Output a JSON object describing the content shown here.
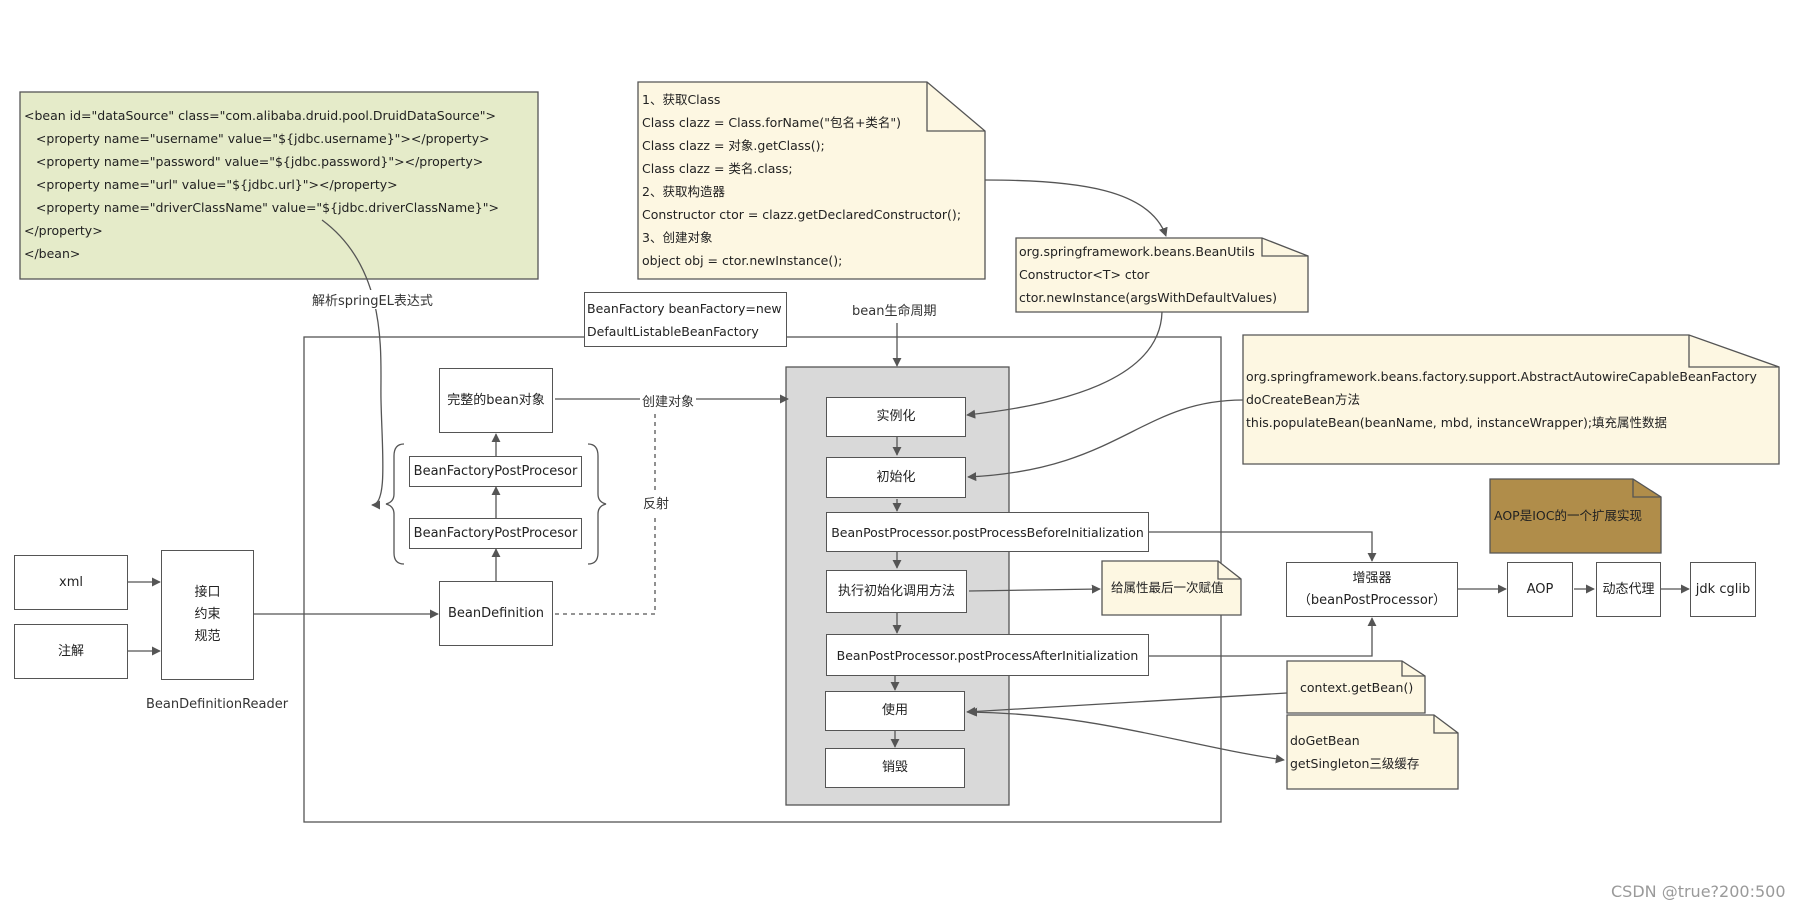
{
  "xml_note": {
    "lines": [
      "<bean id=\"dataSource\" class=\"com.alibaba.druid.pool.DruidDataSource\">",
      "   <property name=\"username\" value=\"${jdbc.username}\"></property>",
      "   <property name=\"password\" value=\"${jdbc.password}\"></property>",
      "   <property name=\"url\" value=\"${jdbc.url}\"></property>",
      "   <property name=\"driverClassName\" value=\"${jdbc.driverClassName}\">",
      "</property>",
      "</bean>"
    ]
  },
  "labels": {
    "parse_el": "解析springEL表达式",
    "lifecycle": "bean生命周期",
    "create_object": "创建对象",
    "reflection": "反射",
    "reader": "BeanDefinitionReader"
  },
  "reflect_note": {
    "lines": [
      "1、获取Class",
      "Class clazz = Class.forName(\"包名+类名\")",
      "Class clazz = 对象.getClass();",
      "Class clazz = 类名.class;",
      "2、获取构造器",
      "Constructor ctor = clazz.getDeclaredConstructor();",
      "3、创建对象",
      "object obj = ctor.newInstance();"
    ]
  },
  "beanutils_note": {
    "lines": [
      "org.springframework.beans.BeanUtils",
      "Constructor<T> ctor",
      "ctor.newInstance(argsWithDefaultValues)"
    ]
  },
  "factory_note": {
    "lines": [
      "org.springframework.beans.factory.support.AbstractAutowireCapableBeanFactory",
      "doCreateBean方法",
      "this.populateBean(beanName, mbd, instanceWrapper);填充属性数据"
    ]
  },
  "aop_note": "AOP是IOC的一个扩展实现",
  "beanfactory_box": {
    "line1": "BeanFactory beanFactory=new",
    "line2": "DefaultListableBeanFactory"
  },
  "inputs": {
    "xml": "xml",
    "annotation": "注解"
  },
  "interface_box": {
    "line1": "接口",
    "line2": "约束",
    "line3": "规范"
  },
  "container": {
    "full_bean": "完整的bean对象",
    "bfpp_top": "BeanFactoryPostProcesor",
    "bfpp_bottom": "BeanFactoryPostProcesor",
    "bean_definition": "BeanDefinition"
  },
  "lifecycle_steps": {
    "instantiate": "实例化",
    "initialize": "初始化",
    "before_init": "BeanPostProcessor.postProcessBeforeInitialization",
    "invoke_init": "执行初始化调用方法",
    "after_init": "BeanPostProcessor.postProcessAfterInitialization",
    "use": "使用",
    "destroy": "销毁"
  },
  "last_assign_note": "给属性最后一次赋值",
  "enhancer": {
    "line1": "增强器",
    "line2": "（beanPostProcessor）"
  },
  "aop_chain": {
    "aop": "AOP",
    "proxy": "动态代理",
    "impl": "jdk cglib"
  },
  "getbean_note": "context.getBean()",
  "dogetbean_note": {
    "line1": "doGetBean",
    "line2": "getSingleton三级缓存"
  },
  "watermark": "CSDN @true?200:500",
  "colors": {
    "xml_note_fill": "#e5ebc9",
    "note_fill": "#fdf7e2",
    "aop_note_fill": "#b08d4a",
    "lifecycle_panel_fill": "#d9d9d9",
    "line": "#555555"
  }
}
